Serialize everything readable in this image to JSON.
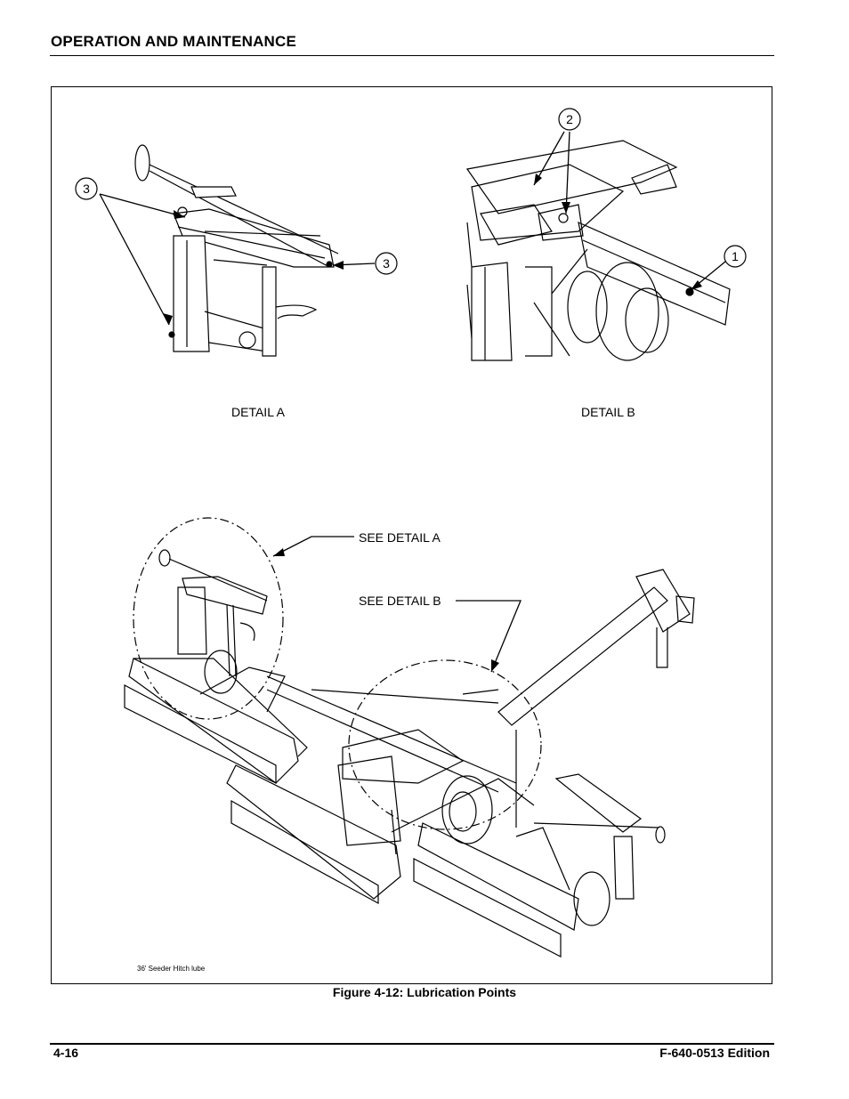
{
  "header": {
    "title": "OPERATION AND MAINTENANCE"
  },
  "figure": {
    "caption": "Figure 4-12:  Lubrication Points",
    "image_tag": "36' Seeder Hitch lube",
    "detail_a_label": "DETAIL A",
    "detail_b_label": "DETAIL B",
    "see_detail_a": "SEE DETAIL A",
    "see_detail_b": "SEE DETAIL B",
    "callouts": {
      "c1": "1",
      "c2": "2",
      "c3a": "3",
      "c3b": "3"
    }
  },
  "footer": {
    "page_number": "4-16",
    "edition": "F-640-0513 Edition"
  }
}
